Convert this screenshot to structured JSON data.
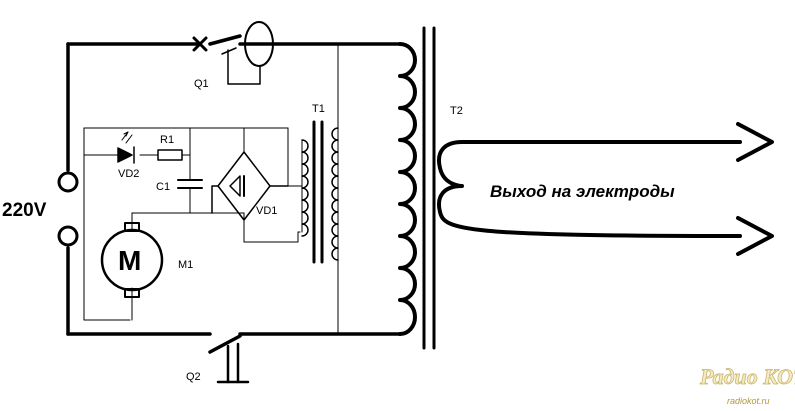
{
  "labels": {
    "supply": "220V",
    "q1": "Q1",
    "q2": "Q2",
    "t1": "T1",
    "t2": "T2",
    "r1": "R1",
    "c1": "C1",
    "vd1": "VD1",
    "vd2": "VD2",
    "m1": "M1",
    "motor_letter": "M",
    "output": "Выход на электроды"
  },
  "watermark": {
    "logo": "Радио КОТ",
    "url": "radiokot.ru"
  },
  "colors": {
    "line": "#000000",
    "background": "#ffffff",
    "watermark": "#c9b56a"
  }
}
